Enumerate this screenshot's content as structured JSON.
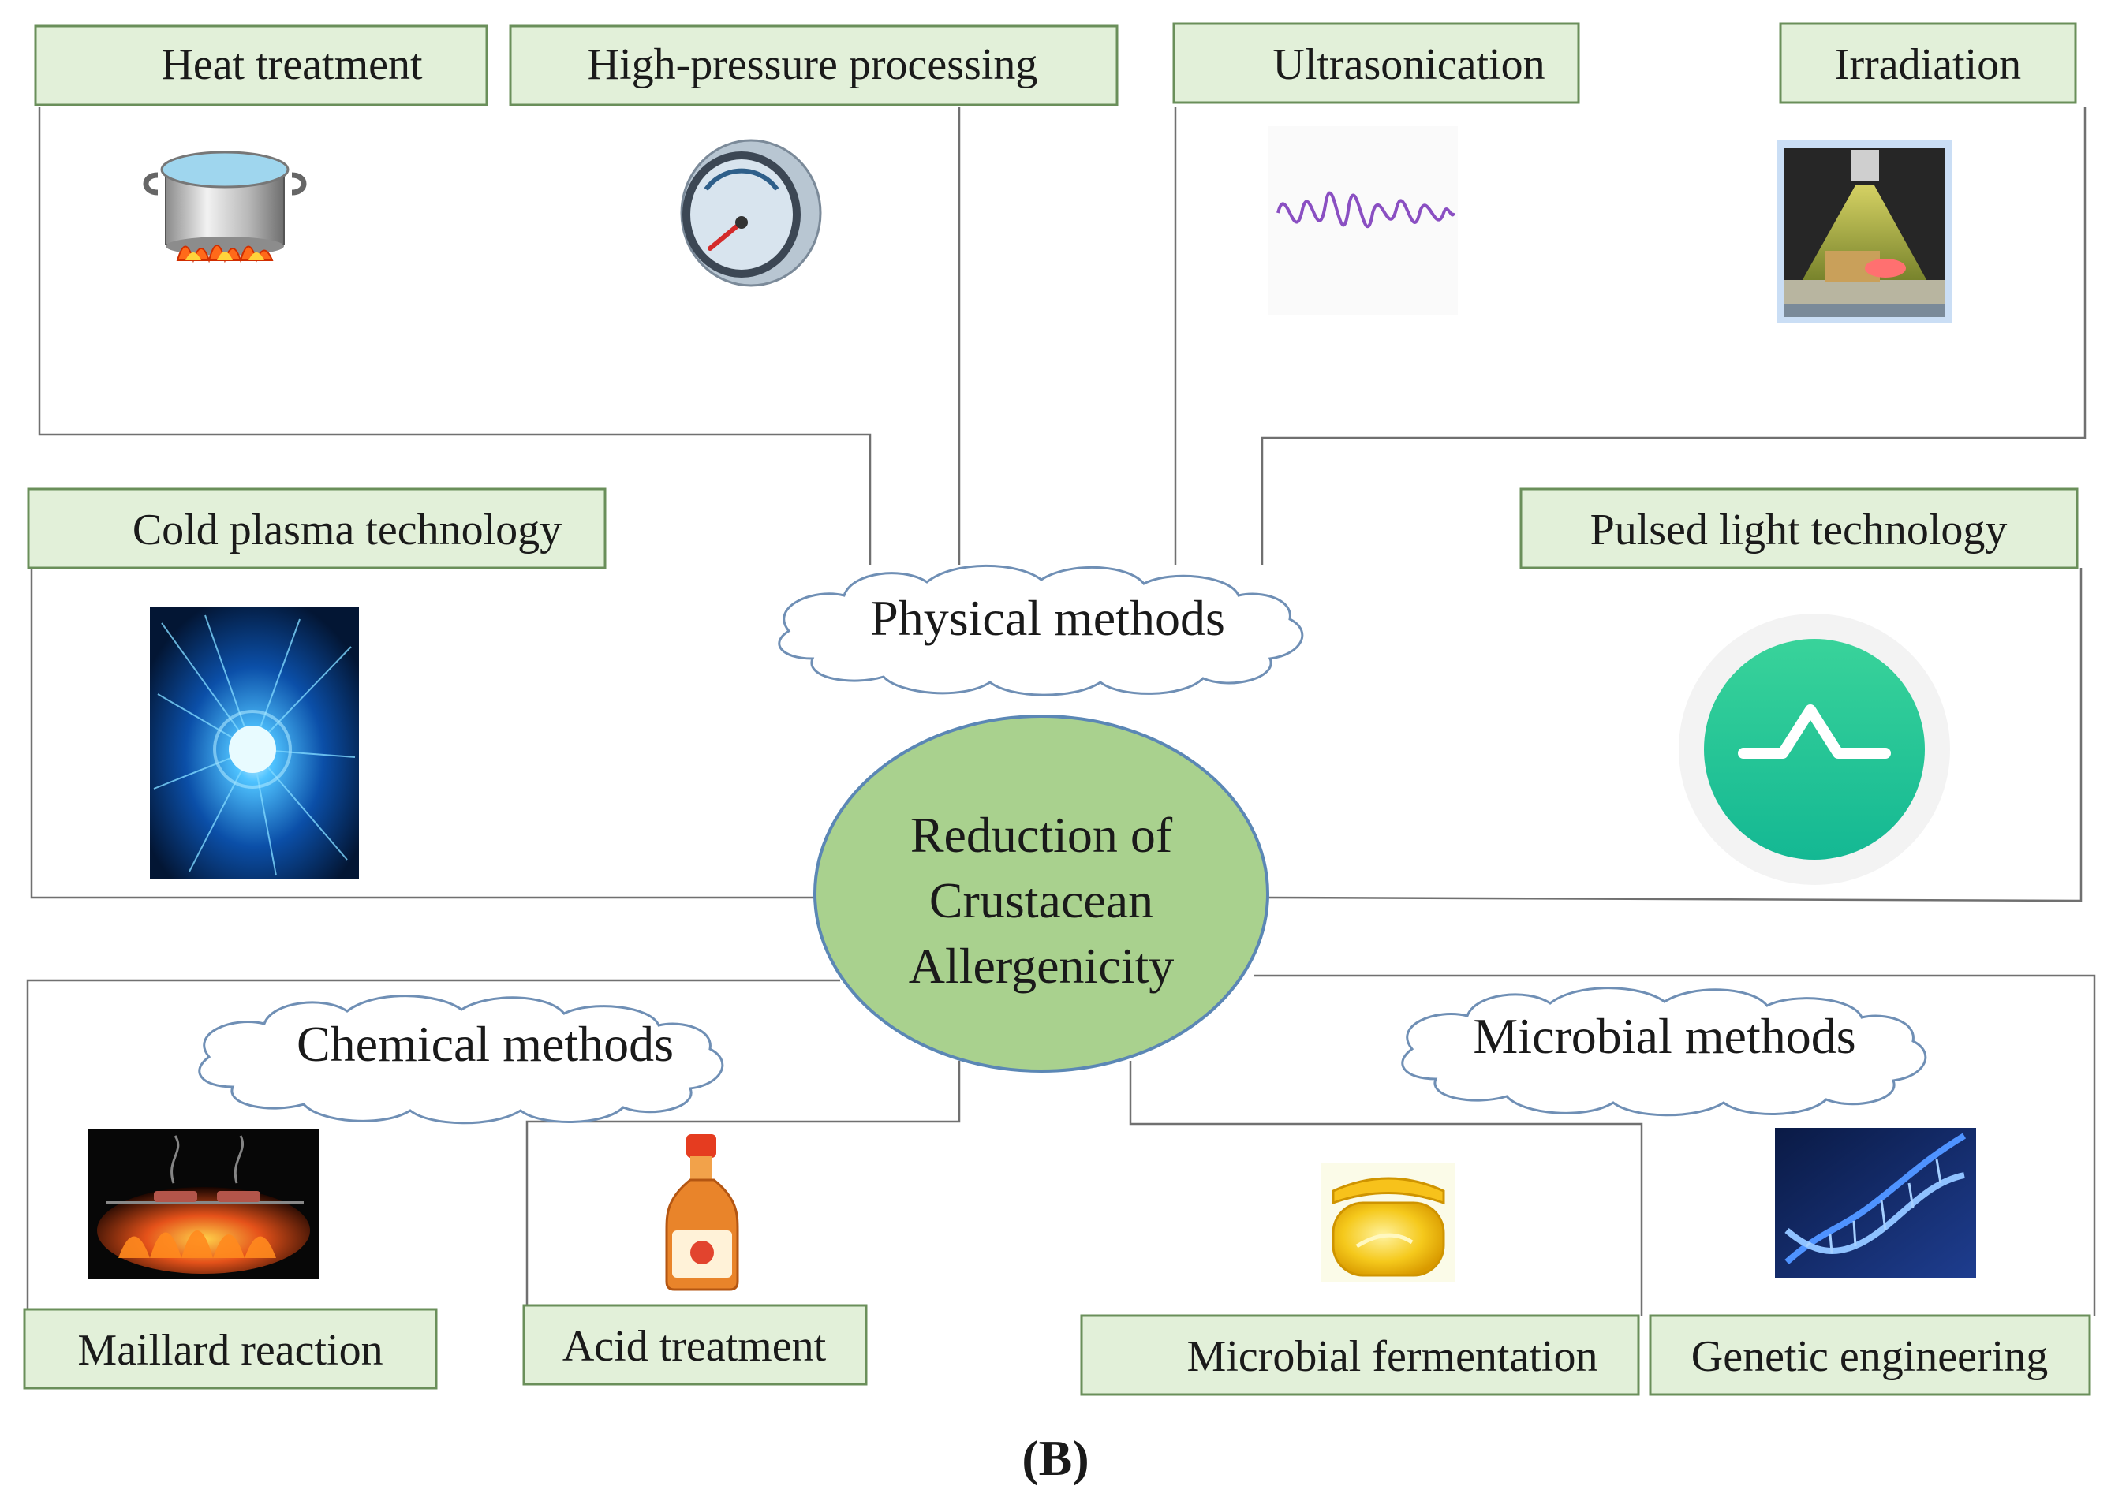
{
  "center": {
    "line1": "Reduction of",
    "line2": "Crustacean",
    "line3": "Allergenicity",
    "fill": "#a9d18e",
    "stroke": "#5b87b5"
  },
  "categories": {
    "physical": "Physical methods",
    "chemical": "Chemical methods",
    "microbial": "Microbial methods"
  },
  "labels": {
    "heat_treatment": "Heat treatment",
    "high_pressure": "High-pressure processing",
    "ultrasonication": "Ultrasonication",
    "irradiation": "Irradiation",
    "cold_plasma": "Cold plasma technology",
    "pulsed_light": "Pulsed light technology",
    "maillard": "Maillard reaction",
    "acid": "Acid treatment",
    "fermentation": "Microbial fermentation",
    "genetic": "Genetic engineering"
  },
  "panel_label": "(B)",
  "colors": {
    "label_box_fill": "#e2f0d9",
    "label_box_border": "#6a8f5a",
    "cloud_border": "#6f8fb5",
    "connector": "#707070",
    "pulse_green": "#2bc48f"
  },
  "icons": {
    "heat_treatment": "cooking-pot-icon",
    "high_pressure": "pressure-gauge-icon",
    "ultrasonication": "sound-wave-icon",
    "irradiation": "irradiation-lamp-icon",
    "cold_plasma": "plasma-ball-icon",
    "pulsed_light": "pulse-icon",
    "maillard": "grill-fire-icon",
    "acid": "vinegar-bottle-icon",
    "fermentation": "honey-jar-icon",
    "genetic": "dna-helix-icon"
  }
}
